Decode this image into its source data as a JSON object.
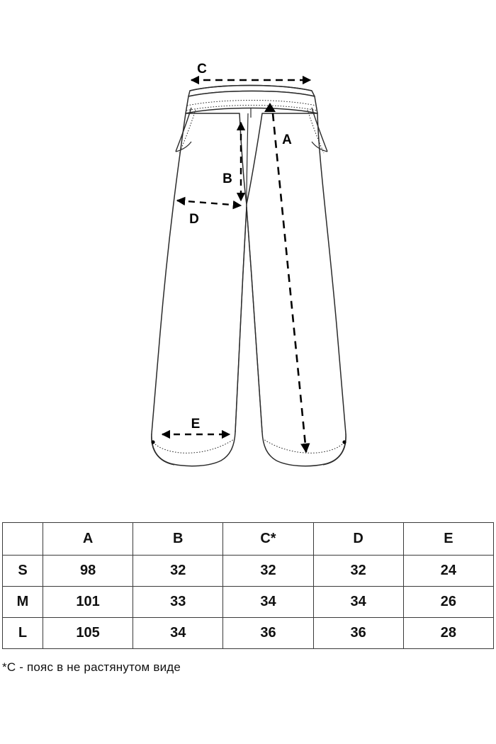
{
  "diagram": {
    "title": "pants-size-measurement-diagram",
    "garment": "wide-leg-pants",
    "line_color": "#2b2b2b",
    "fill_color": "#ffffff",
    "arrow_color": "#000000",
    "measure_labels": {
      "a": "A",
      "b": "B",
      "c": "C",
      "d": "D",
      "e": "E"
    },
    "measure_meanings": {
      "a": "length",
      "b": "rise",
      "c": "waist",
      "d": "hip",
      "e": "leg-opening"
    }
  },
  "table": {
    "corner_header": "",
    "columns": [
      "A",
      "B",
      "C*",
      "D",
      "E"
    ],
    "rows": [
      {
        "size": "S",
        "values": [
          "98",
          "32",
          "32",
          "32",
          "24"
        ]
      },
      {
        "size": "M",
        "values": [
          "101",
          "33",
          "34",
          "34",
          "26"
        ]
      },
      {
        "size": "L",
        "values": [
          "105",
          "34",
          "36",
          "36",
          "28"
        ]
      }
    ]
  },
  "footnote": {
    "text": "*C - пояс в не растянутом виде"
  }
}
